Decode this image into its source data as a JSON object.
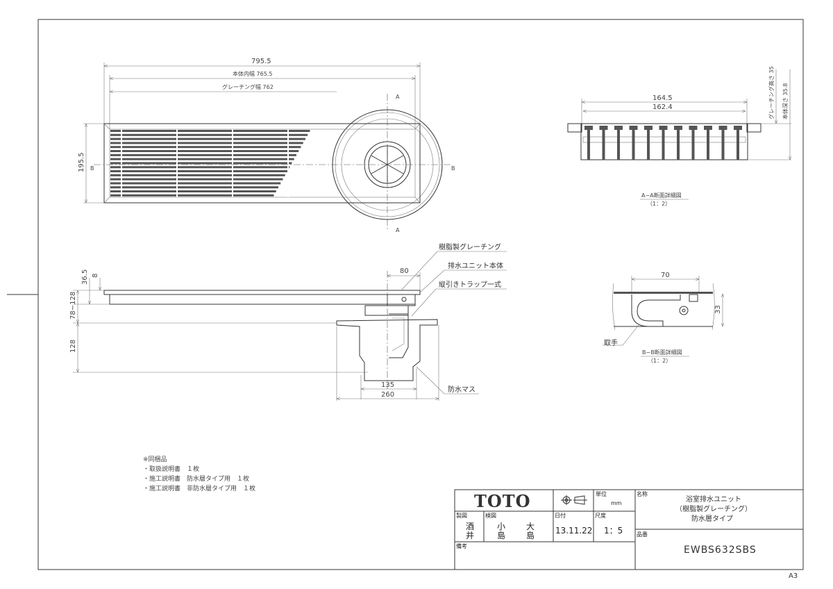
{
  "sheet": {
    "size_label": "A3"
  },
  "top_view": {
    "dim_overall": "795.5",
    "dim_body_inner": "本体内幅 765.5",
    "dim_grating": "グレーチング幅 762",
    "dim_height": "195.5",
    "section_a": "A",
    "section_b": "B"
  },
  "section_aa": {
    "dim_outer": "164.5",
    "dim_inner": "162.4",
    "dim_grating_height": "グレーチング高さ 35",
    "dim_body_depth": "本体深さ 35.8",
    "title": "A−A断面詳細図",
    "scale": "（1：2）"
  },
  "side_view": {
    "dim_36_5": "36.5",
    "dim_8": "8",
    "dim_78_128": "78~128",
    "dim_128": "128",
    "dim_80": "80",
    "dim_135": "135",
    "dim_260": "260",
    "callouts": [
      "樹脂製グレーチング",
      "排水ユニット本体",
      "縦引きトラップ一式",
      "防水マス"
    ]
  },
  "section_bb": {
    "dim_70": "70",
    "dim_33": "33",
    "handle_label": "取手",
    "title": "B−B断面詳細図",
    "scale": "（1：2）"
  },
  "notes": {
    "heading": "※同梱品",
    "items": [
      "・取扱説明書　１枚",
      "・施工説明書　防水層タイプ用　１枚",
      "・施工説明書　非防水層タイプ用　１枚"
    ]
  },
  "title_block": {
    "logo": "TOTO",
    "unit_label": "単位",
    "unit_value": "mm",
    "drawn_label": "製図",
    "drawn_by": [
      "酒",
      "井"
    ],
    "checked_label": "検図",
    "checked_by_1": [
      "小",
      "島"
    ],
    "checked_by_2": [
      "大",
      "島"
    ],
    "date_label": "日付",
    "date_value": "13.11.22",
    "scale_label": "尺度",
    "scale_value": "1：5",
    "remarks_label": "備考",
    "name_label": "名称",
    "name_lines": [
      "浴室排水ユニット",
      "（樹脂製グレーチング）",
      "防水層タイプ"
    ],
    "part_no_label": "品番",
    "part_no": "EWBS632SBS"
  }
}
